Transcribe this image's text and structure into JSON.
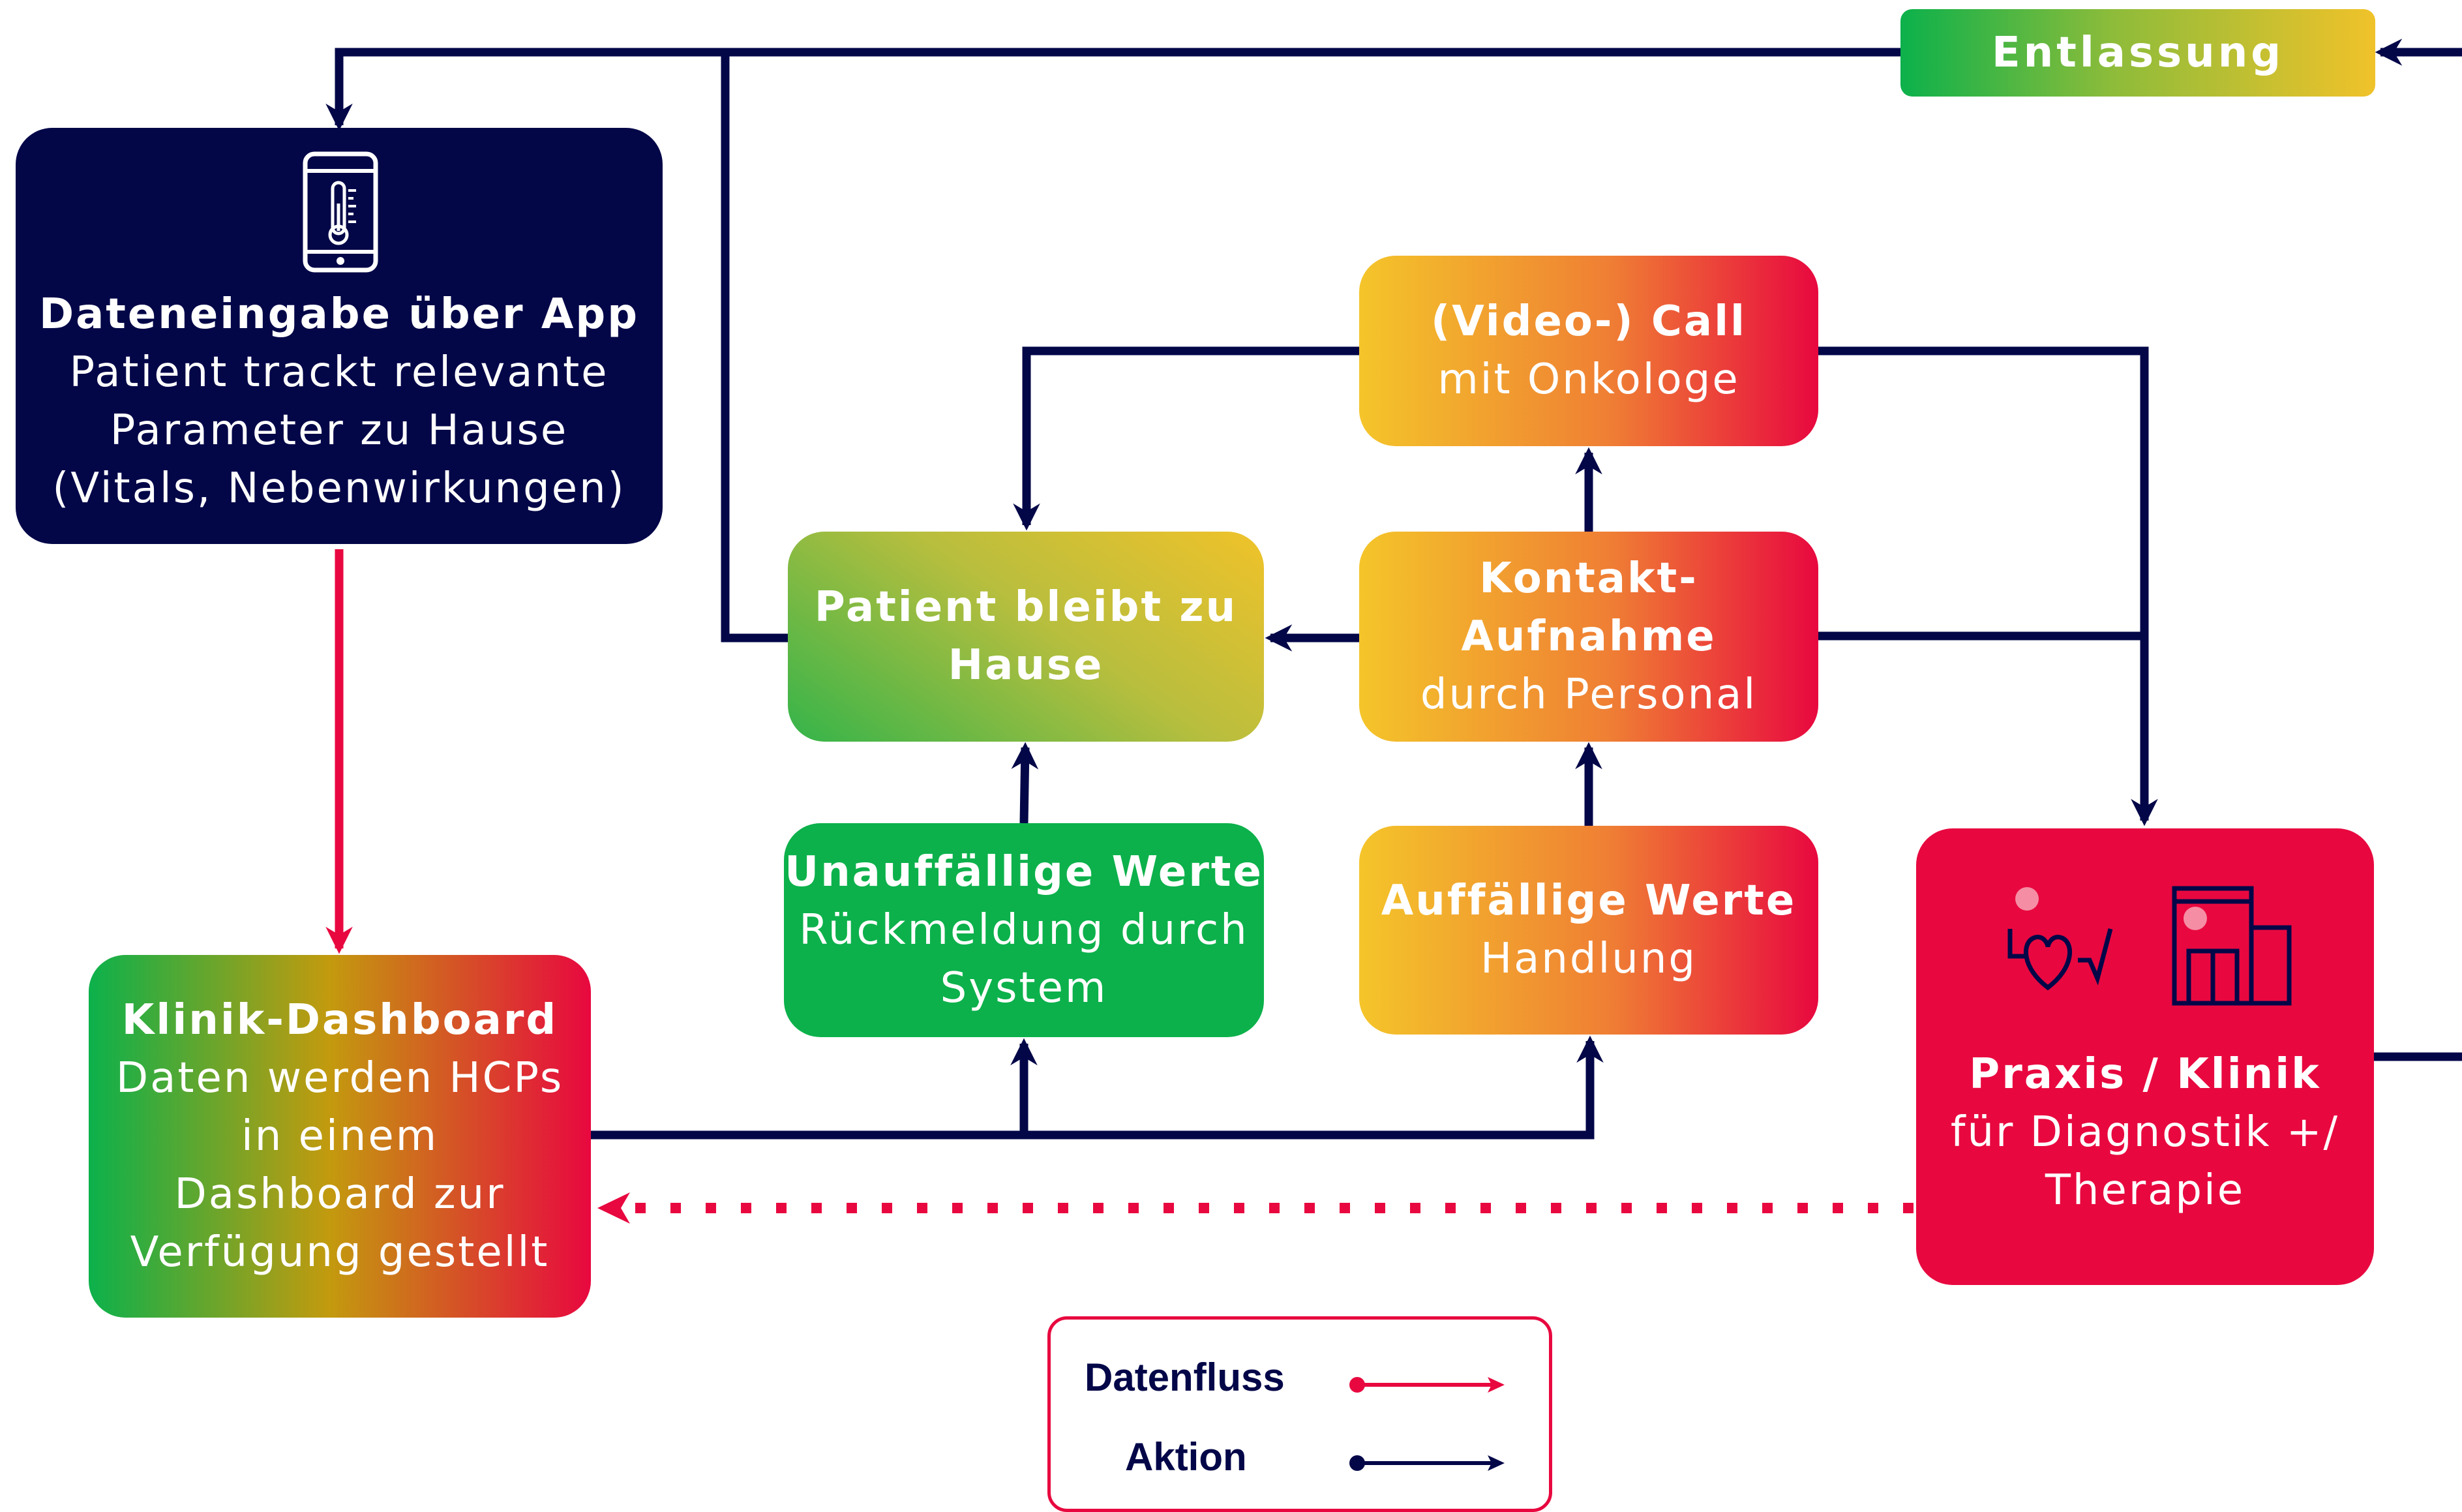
{
  "nodes": {
    "app": {
      "title": "Dateneingabe über App",
      "lines": [
        "Patient trackt relevante",
        "Parameter zu Hause",
        "(Vitals, Nebenwirkungen)"
      ]
    },
    "dashboard": {
      "title": "Klinik-Dashboard",
      "lines": [
        "Daten werden HCPs",
        "in einem",
        "Dashboard zur",
        "Verfügung gestellt"
      ]
    },
    "stay_home": {
      "title_lines": [
        "Patient bleibt zu",
        "Hause"
      ]
    },
    "unremarkable": {
      "title": "Unauffällige Werte",
      "lines": [
        "Rückmeldung durch",
        "System"
      ]
    },
    "video_call": {
      "title": "(Video-) Call",
      "lines": [
        "mit Onkologe"
      ]
    },
    "contact": {
      "title_lines": [
        "Kontakt-",
        "Aufnahme"
      ],
      "lines": [
        "durch Personal"
      ]
    },
    "remarkable": {
      "title": "Auffällige Werte",
      "lines": [
        "Handlung"
      ]
    },
    "praxis": {
      "title": "Praxis / Klinik",
      "lines": [
        "für Diagnostik +/",
        "Therapie"
      ]
    },
    "discharge": {
      "title": "Entlassung"
    }
  },
  "legend": {
    "dataflow": "Datenfluss",
    "action": "Aktion"
  },
  "colors": {
    "navy": "#030748",
    "red": "#e8083f",
    "green": "#0cb14b",
    "yellow": "#f4c52a",
    "orange": "#ef7e34"
  },
  "icons": [
    "smartphone-thermometer-icon",
    "heart-vitals-icon",
    "hospital-building-icon"
  ]
}
